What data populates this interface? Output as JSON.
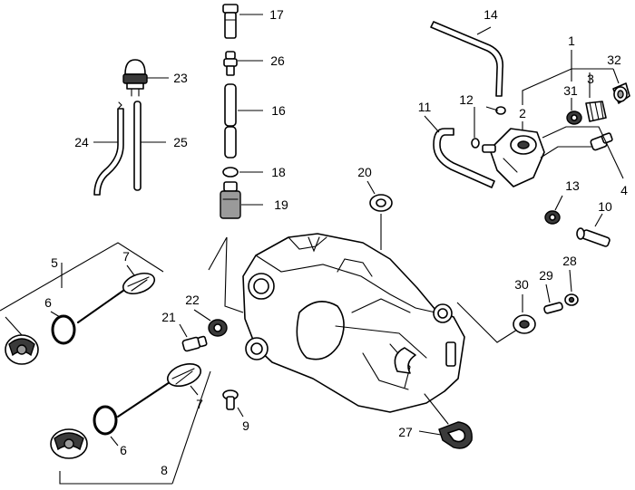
{
  "diagram": {
    "callouts": [
      {
        "id": "17",
        "label": "17"
      },
      {
        "id": "26",
        "label": "26"
      },
      {
        "id": "16",
        "label": "16"
      },
      {
        "id": "18",
        "label": "18"
      },
      {
        "id": "19",
        "label": "19"
      },
      {
        "id": "23",
        "label": "23"
      },
      {
        "id": "24",
        "label": "24"
      },
      {
        "id": "25",
        "label": "25"
      },
      {
        "id": "14",
        "label": "14"
      },
      {
        "id": "1",
        "label": "1"
      },
      {
        "id": "31",
        "label": "31"
      },
      {
        "id": "3",
        "label": "3"
      },
      {
        "id": "32",
        "label": "32"
      },
      {
        "id": "2",
        "label": "2"
      },
      {
        "id": "12",
        "label": "12"
      },
      {
        "id": "11",
        "label": "11"
      },
      {
        "id": "4",
        "label": "4"
      },
      {
        "id": "13",
        "label": "13"
      },
      {
        "id": "10",
        "label": "10"
      },
      {
        "id": "20",
        "label": "20"
      },
      {
        "id": "5",
        "label": "5"
      },
      {
        "id": "7a",
        "label": "7"
      },
      {
        "id": "6a",
        "label": "6"
      },
      {
        "id": "22",
        "label": "22"
      },
      {
        "id": "21",
        "label": "21"
      },
      {
        "id": "30",
        "label": "30"
      },
      {
        "id": "29",
        "label": "29"
      },
      {
        "id": "28",
        "label": "28"
      },
      {
        "id": "7b",
        "label": "7"
      },
      {
        "id": "9",
        "label": "9"
      },
      {
        "id": "6b",
        "label": "6"
      },
      {
        "id": "8",
        "label": "8"
      },
      {
        "id": "27",
        "label": "27"
      }
    ]
  }
}
